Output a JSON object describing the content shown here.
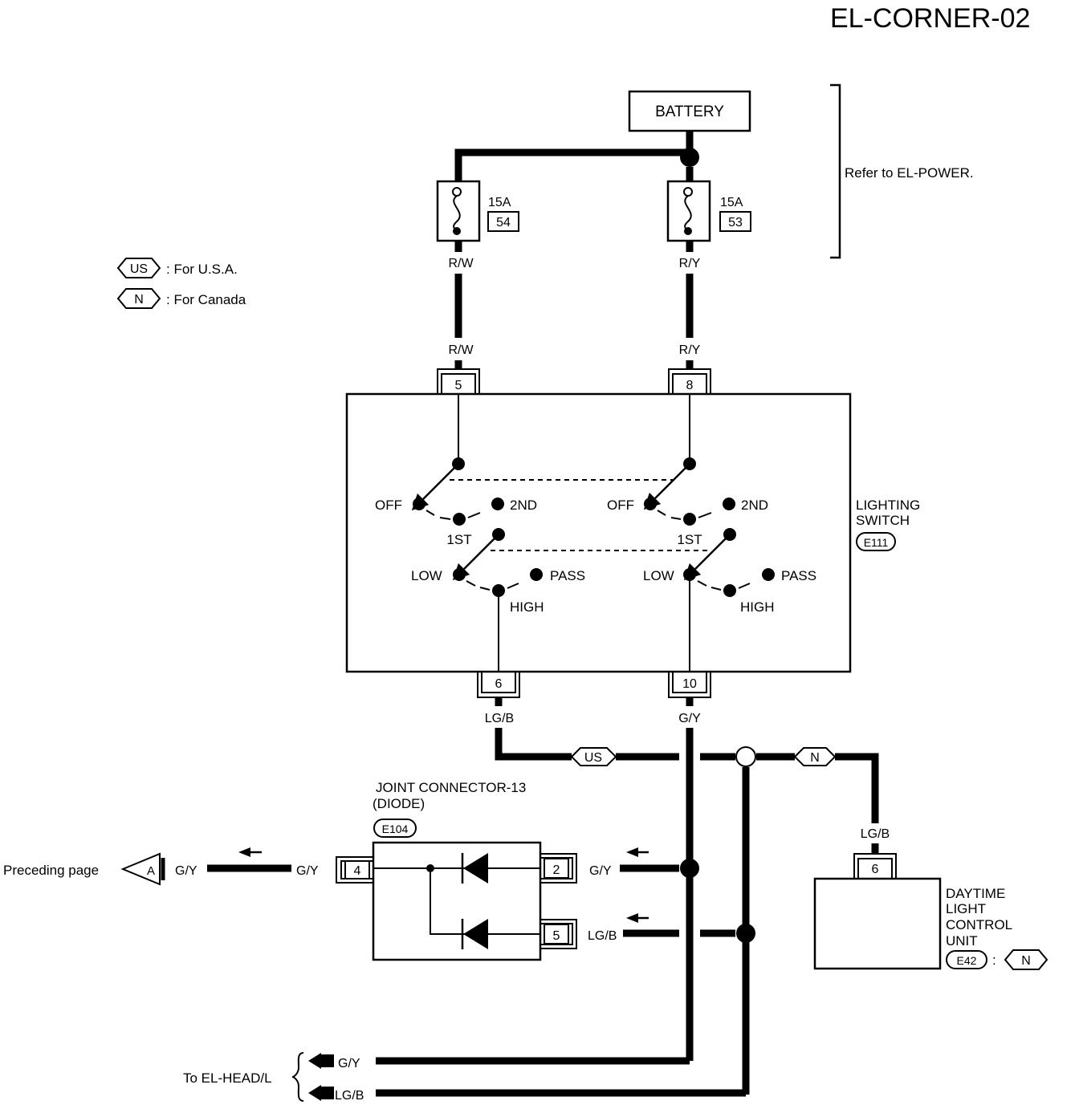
{
  "title": "EL-CORNER-02",
  "battery": "BATTERY",
  "refer_power": "Refer to EL-POWER.",
  "fuses": [
    {
      "rating": "15A",
      "number": "54"
    },
    {
      "rating": "15A",
      "number": "53"
    }
  ],
  "legend": {
    "us_tag": "US",
    "us_text": ": For U.S.A.",
    "n_tag": "N",
    "n_text": ": For Canada"
  },
  "wires": {
    "rw": "R/W",
    "ry": "R/Y",
    "lgb": "LG/B",
    "gy": "G/Y"
  },
  "lighting_switch": {
    "name_1": "LIGHTING",
    "name_2": "SWITCH",
    "connector": "E111",
    "pins": {
      "in_left": "5",
      "in_right": "8",
      "out_left": "6",
      "out_right": "10"
    },
    "positions": {
      "off": "OFF",
      "first": "1ST",
      "second": "2ND",
      "low": "LOW",
      "high": "HIGH",
      "pass": "PASS"
    }
  },
  "joint_connector": {
    "name_1": "JOINT CONNECTOR-13",
    "name_2": "(DIODE)",
    "connector": "E104",
    "pins": {
      "p4": "4",
      "p2": "2",
      "p5": "5"
    }
  },
  "daytime_unit": {
    "lines": [
      "DAYTIME",
      "LIGHT",
      "CONTROL",
      "UNIT"
    ],
    "connector": "E42",
    "colon": ":",
    "tag": "N",
    "pin": "6"
  },
  "preceding": {
    "text": "Preceding page",
    "tag": "A"
  },
  "to_head": "To EL-HEAD/L"
}
